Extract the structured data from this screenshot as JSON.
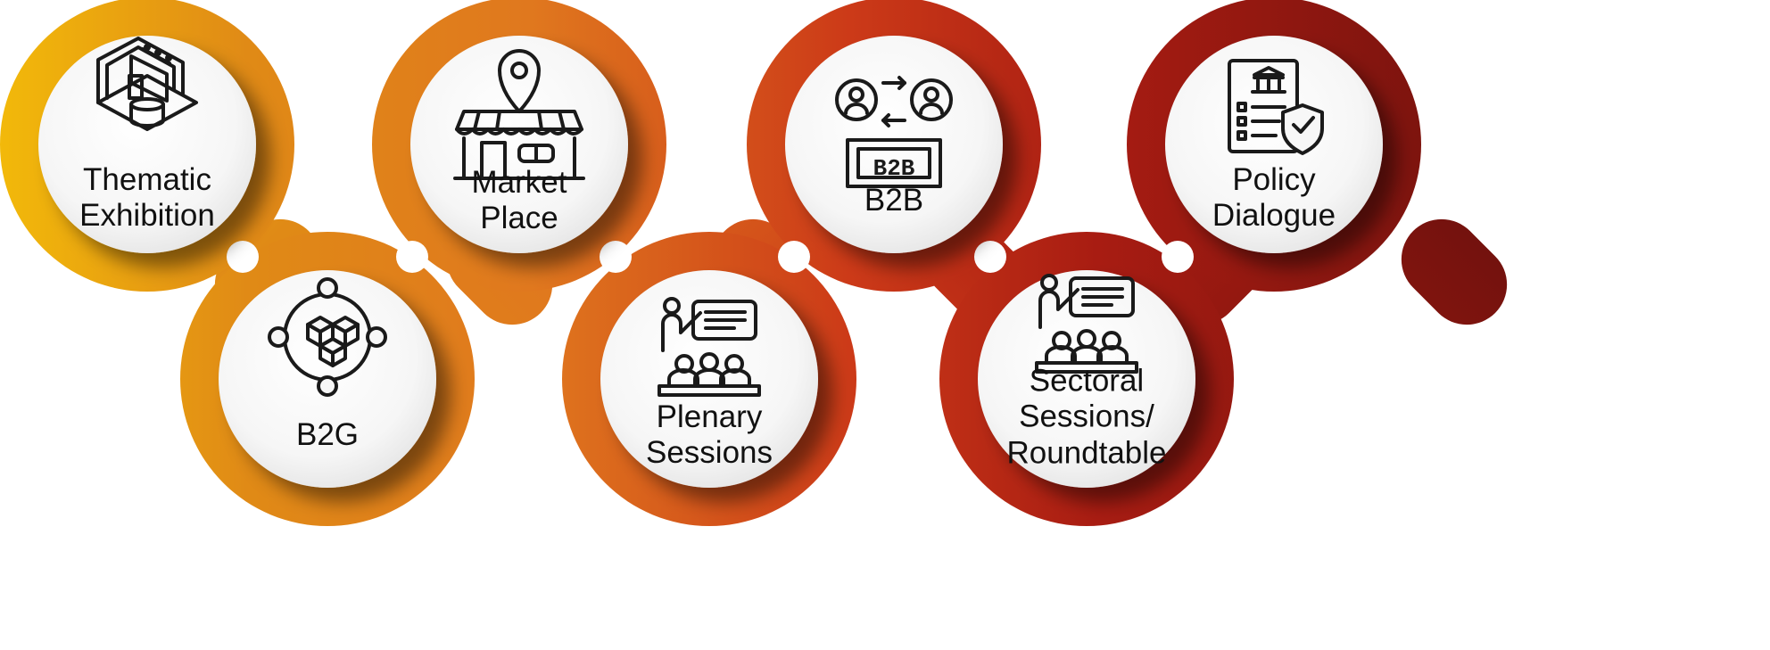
{
  "diagram": {
    "nodes": [
      {
        "id": "thematic-exhibition",
        "label": "Thematic\nExhibition",
        "icon": "exhibition-booth-icon"
      },
      {
        "id": "b2g",
        "label": "B2G",
        "icon": "network-cubes-icon"
      },
      {
        "id": "market-place",
        "label": "Market\nPlace",
        "icon": "storefront-location-icon"
      },
      {
        "id": "plenary-sessions",
        "label": "Plenary\nSessions",
        "icon": "presentation-audience-icon"
      },
      {
        "id": "b2b",
        "label": "B2B",
        "icon": "b2b-exchange-icon",
        "icon_text": "B2B"
      },
      {
        "id": "sectoral-sessions",
        "label": "Sectoral\nSessions/\nRoundtable",
        "icon": "presentation-audience-icon"
      },
      {
        "id": "policy-dialogue",
        "label": "Policy\nDialogue",
        "icon": "policy-document-shield-icon"
      }
    ],
    "colors": {
      "gradient_start": "#f2b90a",
      "gradient_orange": "#e0781e",
      "gradient_red": "#a81c12",
      "gradient_dark": "#5a0f0c",
      "inner_fill": "#f7f7f7",
      "icon_stroke": "#1a1a1a",
      "label_text": "#111111"
    }
  }
}
